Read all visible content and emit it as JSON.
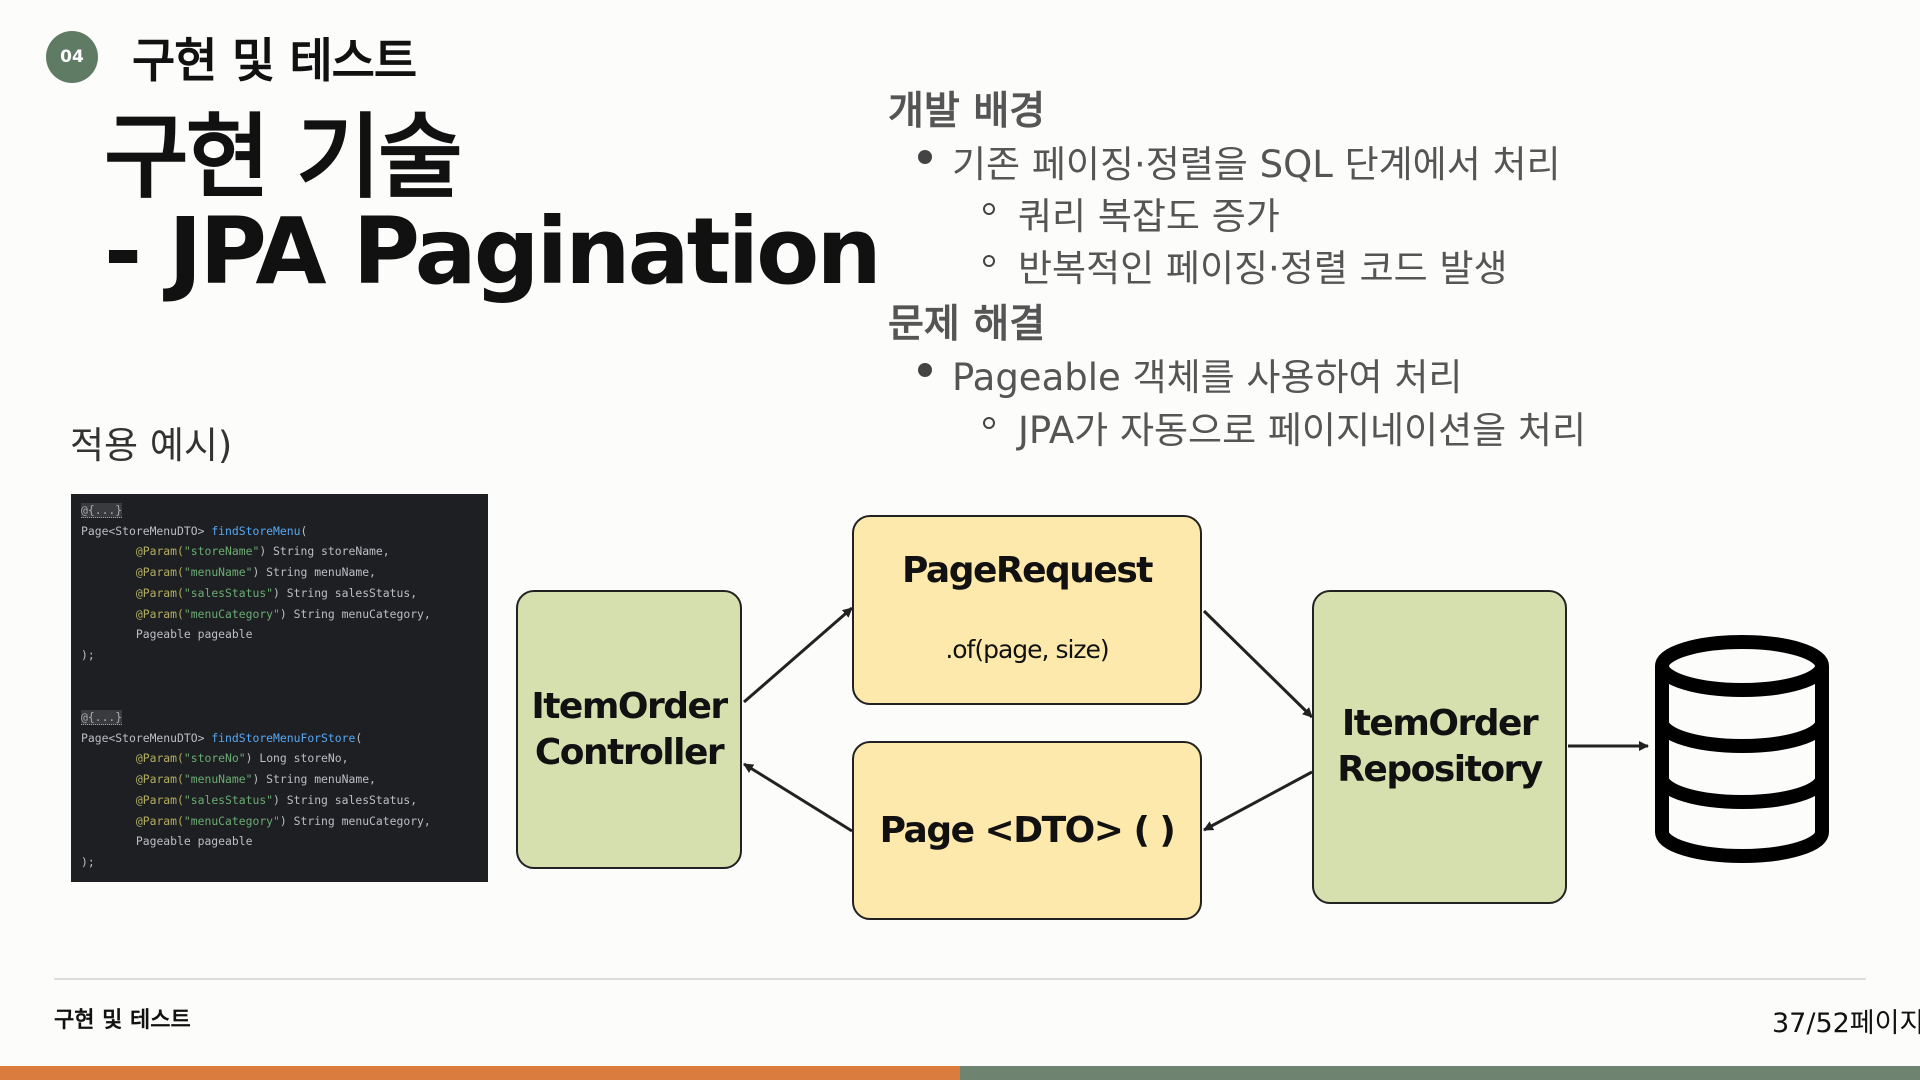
{
  "header": {
    "badge": "04",
    "section_title": "구현 및 테스트"
  },
  "title": {
    "line1": "구현 기술",
    "line2": "- JPA Pagination"
  },
  "usage_label": "적용 예시)",
  "bullets": {
    "dev_heading": "개발 배경",
    "dev_item": "기존 페이징·정렬을 SQL 단계에서 처리",
    "dev_sub1": "쿼리 복잡도 증가",
    "dev_sub2": "반복적인 페이징·정렬 코드 발생",
    "sol_heading": "문제 해결",
    "sol_item": "Pageable 객체를 사용하여 처리",
    "sol_sub1": "JPA가 자동으로  페이지네이션을 처리"
  },
  "code": {
    "fold": "@{...}",
    "m1_ret": "Page<StoreMenuDTO> ",
    "m1_name": "findStoreMenu",
    "m1_p1_ann": "@Param(",
    "m1_p1_str": "\"storeName\"",
    "m1_p1_rest": ") String storeName,",
    "m1_p2_ann": "@Param(",
    "m1_p2_str": "\"menuName\"",
    "m1_p2_rest": ") String menuName,",
    "m1_p3_ann": "@Param(",
    "m1_p3_str": "\"salesStatus\"",
    "m1_p3_rest": ") String salesStatus,",
    "m1_p4_ann": "@Param(",
    "m1_p4_str": "\"menuCategory\"",
    "m1_p4_rest": ") String menuCategory,",
    "pageable": "Pageable pageable",
    "close": ");",
    "m2_ret": "Page<StoreMenuDTO> ",
    "m2_name": "findStoreMenuForStore",
    "m2_p1_ann": "@Param(",
    "m2_p1_str": "\"storeNo\"",
    "m2_p1_rest": ") Long storeNo,"
  },
  "diagram": {
    "controller_line1": "ItemOrder",
    "controller_line2": "Controller",
    "pagerequest_title": "PageRequest",
    "pagerequest_sub": ".of(page, size)",
    "page_dto": "Page <DTO> ( )",
    "repository_line1": "ItemOrder",
    "repository_line2": "Repository",
    "database_icon": "database-icon"
  },
  "footer": {
    "left": "구현 및 테스트",
    "page": "37/52페이지"
  },
  "colors": {
    "badge": "#5f7b63",
    "box_green": "#d6dfae",
    "box_yellow": "#fde9ab",
    "bar_orange": "#d97c3d",
    "bar_green": "#6e8470"
  }
}
